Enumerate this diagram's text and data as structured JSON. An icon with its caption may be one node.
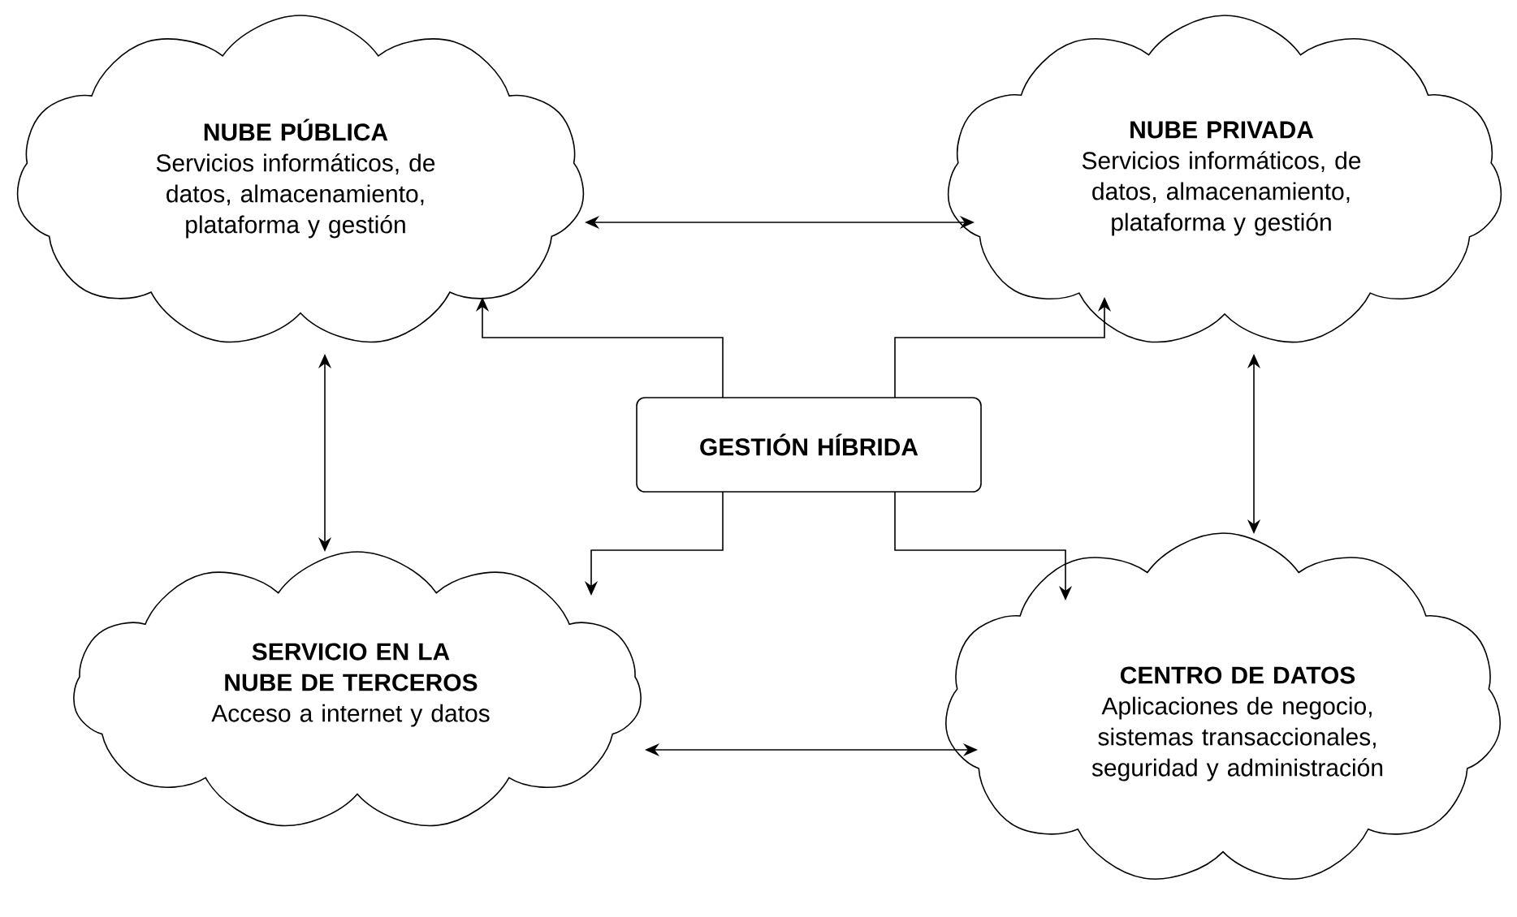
{
  "diagram": {
    "nodes": [
      {
        "text": [
          "NUBE PÚBLICA",
          "Servicios informáticos, de datos, almacenamiento, plataforma y gestión"
        ]
      },
      {
        "text": [
          "NUBE PRIVADA",
          "Servicios informáticos, de datos, almacenamiento, plataforma y gestión"
        ]
      },
      {
        "text": [
          "GESTIÓN HÍBRIDA"
        ]
      },
      {
        "text": [
          "SERVICIO EN LA NUBE DE TERCEROS",
          "Acceso a internet y datos"
        ]
      },
      {
        "text": [
          "CENTRO DE DATOS",
          "Aplicaciones de negocio, sistemas transaccionales, seguridad y administración"
        ]
      }
    ],
    "edges": [
      {
        "from": 0,
        "to": 1,
        "arrow": "both"
      },
      {
        "from": 2,
        "to": 0,
        "arrow": "to"
      },
      {
        "from": 2,
        "to": 1,
        "arrow": "to"
      },
      {
        "from": 2,
        "to": 3,
        "arrow": "to"
      },
      {
        "from": 2,
        "to": 4,
        "arrow": "to"
      },
      {
        "from": 0,
        "to": 3,
        "arrow": "both"
      },
      {
        "from": 1,
        "to": 4,
        "arrow": "both"
      },
      {
        "from": 3,
        "to": 4,
        "arrow": "both"
      }
    ]
  }
}
